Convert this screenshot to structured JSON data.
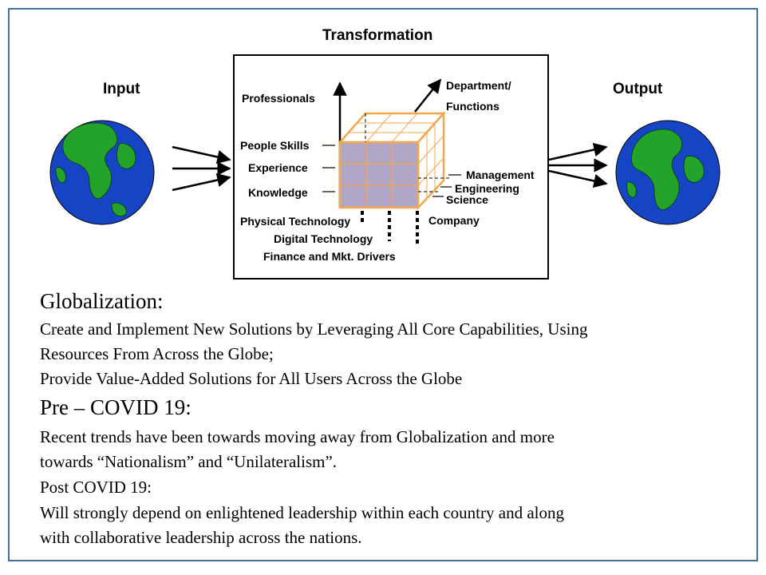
{
  "diagram": {
    "transformation": "Transformation",
    "input": "Input",
    "output": "Output",
    "y_axis": "Professionals",
    "y_items": [
      "People Skills",
      "Experience",
      "Knowledge"
    ],
    "depth_axis": [
      "Department/",
      "Functions"
    ],
    "depth_items": [
      "Management",
      "Engineering",
      "Science"
    ],
    "x_axis": "Company",
    "x_items": [
      "Physical Technology",
      "Digital Technology",
      "Finance and Mkt. Drivers"
    ]
  },
  "colors": {
    "frame": "#41719c",
    "cube_edge": "#f4a74d",
    "cube_front": "#b2a6c7",
    "ocean": "#1545c4",
    "land": "#23a32a"
  },
  "text": {
    "globalization_heading": "Globalization:",
    "globalization_lines": [
      "Create and Implement New Solutions by Leveraging All Core Capabilities, Using",
      "Resources From Across the Globe;",
      "Provide Value-Added Solutions for All Users Across the Globe"
    ],
    "pre_heading": "Pre – COVID 19:",
    "pre_lines": [
      "Recent trends have been towards moving away from Globalization and more",
      "towards “Nationalism” and “Unilateralism”."
    ],
    "post_heading": "Post COVID 19:",
    "post_lines": [
      "Will strongly depend on enlightened leadership within each country and along",
      "with collaborative leadership across the nations."
    ]
  }
}
